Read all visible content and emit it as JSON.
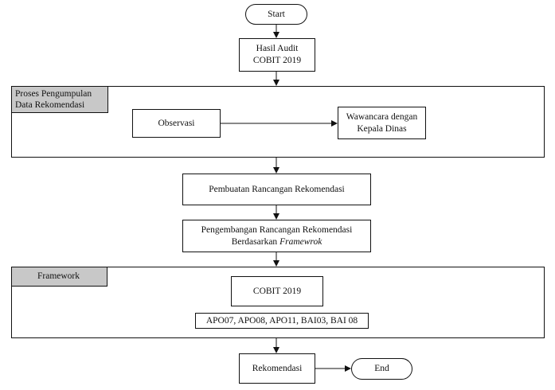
{
  "nodes": {
    "start": "Start",
    "hasil_audit": [
      "Hasil Audit",
      "COBIT 2019"
    ],
    "observasi": "Observasi",
    "wawancara": [
      "Wawancara dengan",
      "Kepala Dinas"
    ],
    "pembuatan": "Pembuatan Rancangan Rekomendasi",
    "pengembangan": {
      "line1": "Pengembangan Rancangan Rekomendasi",
      "line2_prefix": "Berdasarkan ",
      "line2_italic": "Framewrok"
    },
    "cobit": "COBIT 2019",
    "domains": "APO07, APO08, APO11, BAI03, BAI 08",
    "rekomendasi": "Rekomendasi",
    "end": "End"
  },
  "panels": {
    "proses_label": [
      "Proses Pengumpulan",
      "Data Rekomendasi"
    ],
    "framework_label": "Framework"
  },
  "colors": {
    "line": "#111111",
    "panel_label_bg": "#c8c8c8"
  }
}
